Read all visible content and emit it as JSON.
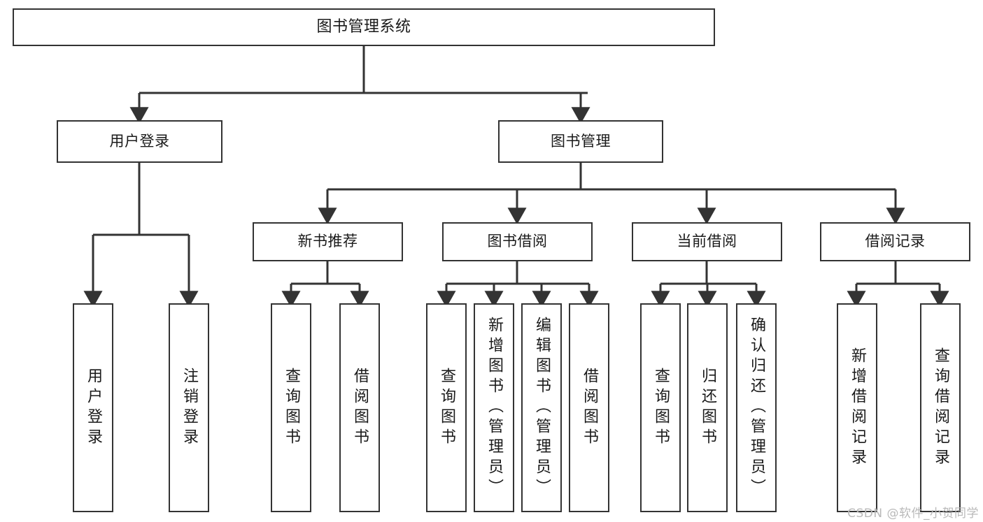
{
  "diagram": {
    "title": "图书管理系统",
    "type": "function-structure-tree",
    "stroke_color": "#333333",
    "fill_color": "#ffffff",
    "text_color": "#1a1a1a"
  },
  "root": {
    "label": "图书管理系统"
  },
  "level1": [
    {
      "label": "用户登录"
    },
    {
      "label": "图书管理"
    }
  ],
  "level2": [
    {
      "label": "新书推荐"
    },
    {
      "label": "图书借阅"
    },
    {
      "label": "当前借阅"
    },
    {
      "label": "借阅记录"
    }
  ],
  "leaves": {
    "user_login": [
      {
        "label": "用户登录"
      },
      {
        "label": "注销登录"
      }
    ],
    "new_book_recommend": [
      {
        "label": "查询图书"
      },
      {
        "label": "借阅图书"
      }
    ],
    "book_borrow": [
      {
        "label": "查询图书"
      },
      {
        "label": "新增图书（管理员）"
      },
      {
        "label": "编辑图书（管理员）"
      },
      {
        "label": "借阅图书"
      }
    ],
    "current_borrow": [
      {
        "label": "查询图书"
      },
      {
        "label": "归还图书"
      },
      {
        "label": "确认归还（管理员）"
      }
    ],
    "borrow_record": [
      {
        "label": "新增借阅记录"
      },
      {
        "label": "查询借阅记录"
      }
    ]
  },
  "watermark": {
    "text": "CSDN @软件_小贺同学"
  }
}
